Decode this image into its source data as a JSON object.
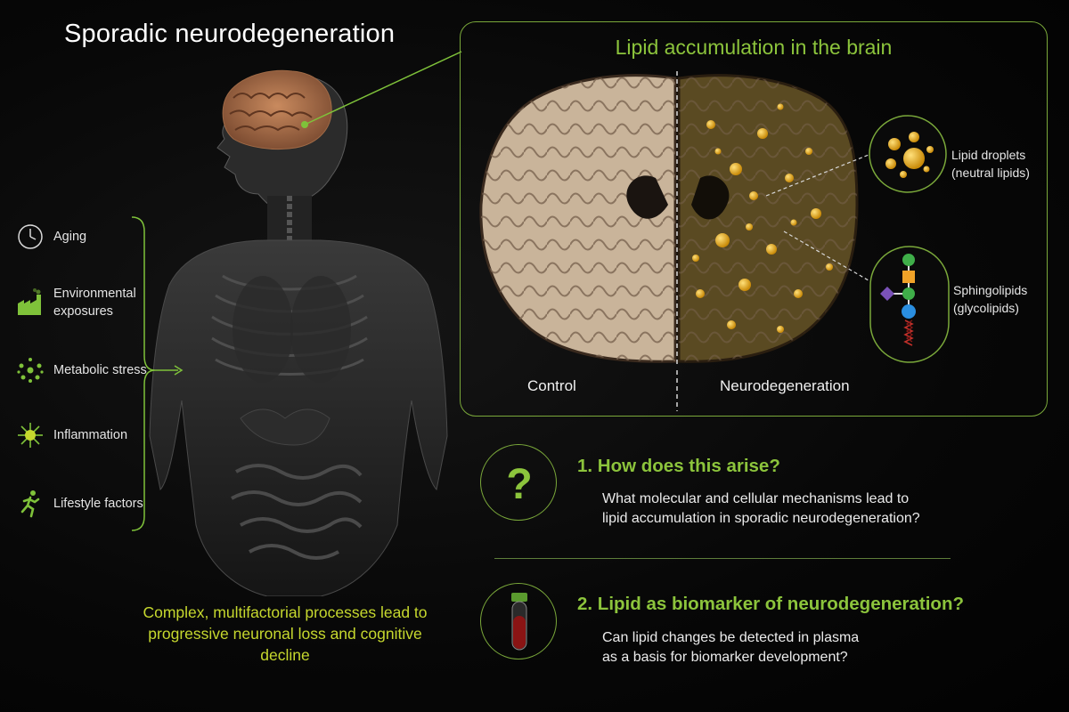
{
  "title": "Sporadic neurodegeneration",
  "factors": [
    {
      "icon": "clock-icon",
      "label": "Aging"
    },
    {
      "icon": "factory-icon",
      "label": "Environmental exposures"
    },
    {
      "icon": "molecules-icon",
      "label": "Metabolic stress"
    },
    {
      "icon": "immune-cell-icon",
      "label": "Inflammation"
    },
    {
      "icon": "runner-icon",
      "label": "Lifestyle factors"
    }
  ],
  "bottom_text": "Complex, multifactorial processes lead to progressive neuronal loss and cognitive decline",
  "panel": {
    "title": "Lipid accumulation in the brain",
    "control_label": "Control",
    "neuro_label": "Neurodegeneration",
    "callout_droplets": {
      "line1": "Lipid droplets",
      "line2": "(neutral lipids)"
    },
    "callout_sphingo": {
      "line1": "Sphingolipids",
      "line2": "(glycolipids)"
    }
  },
  "questions": [
    {
      "icon": "question-mark-icon",
      "title": "1.  How does this arise?",
      "line1": "What molecular and cellular mechanisms lead to",
      "line2": "lipid accumulation in sporadic neurodegeneration?"
    },
    {
      "icon": "blood-tube-icon",
      "title": "2.  Lipid as biomarker of neurodegeneration?",
      "line1": "Can lipid changes be detected in plasma",
      "line2": "as a basis for biomarker development?"
    }
  ],
  "colors": {
    "accent_green": "#8cc43c",
    "bottom_text": "#c6d82e",
    "lipid_gold": "#e0a418",
    "brain_tissue": "#c9b49a"
  }
}
